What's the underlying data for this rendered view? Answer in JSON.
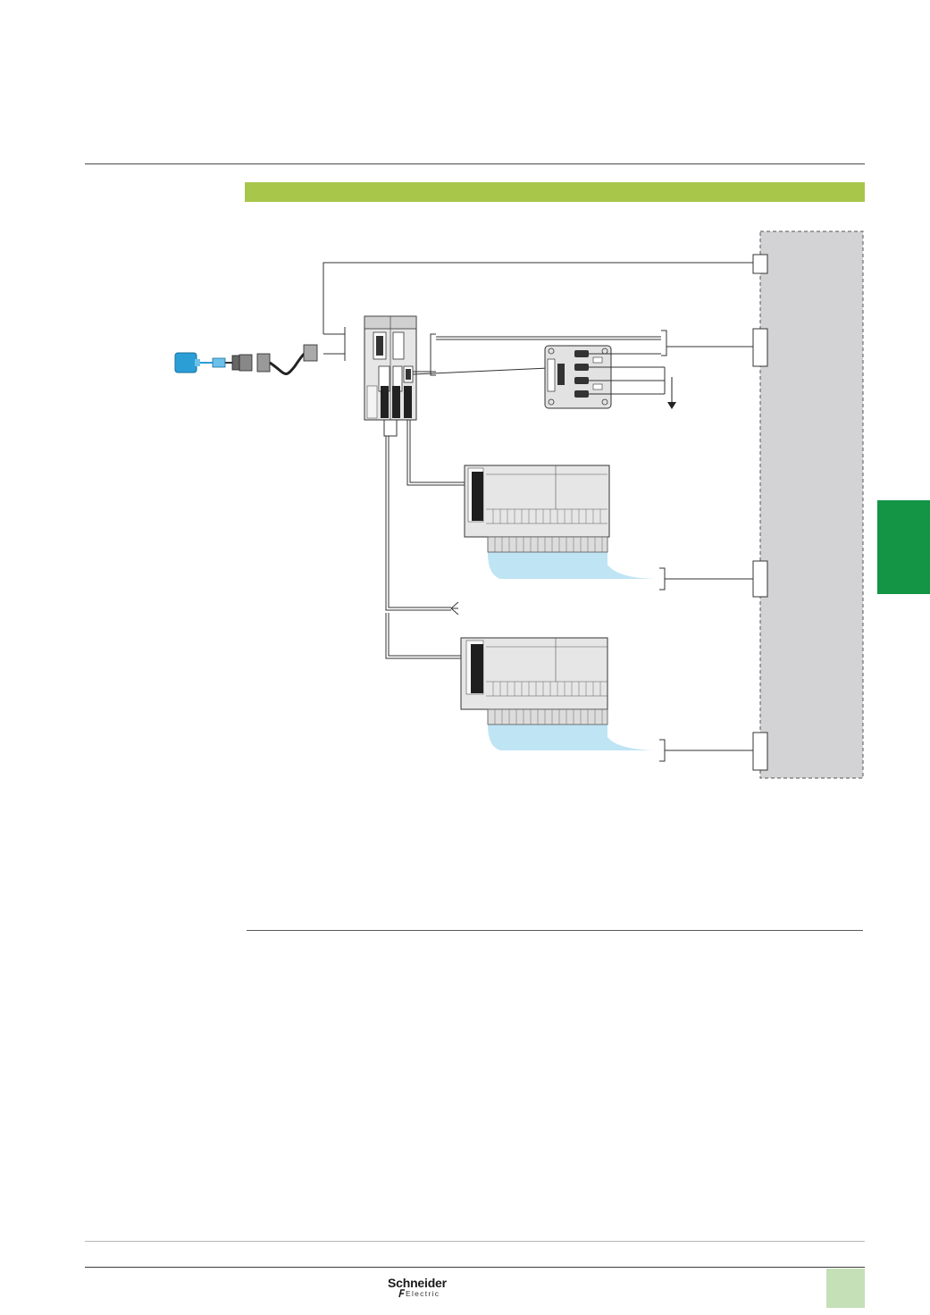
{
  "header": {
    "rule": "top-divider"
  },
  "section_band": {
    "color": "#a8c64a"
  },
  "side_tab": {
    "color": "#139545"
  },
  "footer": {
    "logo_text": "Schneider",
    "logo_subtext": "Electric",
    "page_box_color": "#c5dfb7"
  },
  "diagram": {
    "panel_fill": "#d3d3d5",
    "flow_fill": "#bfe4f4",
    "wire_color": "#2a2a2a",
    "pc_adapter_color": "#2b9ed6",
    "icons": [
      "usb-adapter-icon",
      "plc-module-icon",
      "splitter-box-icon",
      "io-module-icon",
      "arrow-down-icon"
    ]
  }
}
